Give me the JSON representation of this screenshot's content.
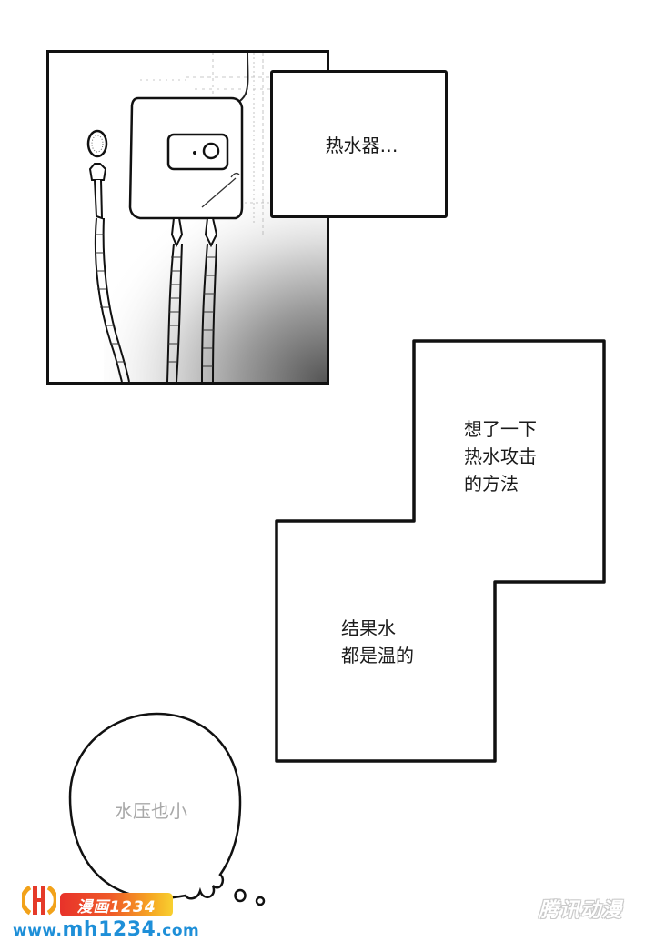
{
  "page": {
    "type": "manga-page",
    "background": "#ffffff"
  },
  "panels": {
    "art_panel": {
      "description": "water-heater-illustration",
      "elements": [
        "water-heater",
        "control-dial",
        "shower-head",
        "shower-hose",
        "inlet-pipe",
        "outlet-pipe",
        "wall-tiles",
        "gradient-shadow"
      ]
    },
    "caption_1": {
      "text": "热水器…"
    },
    "caption_2": {
      "text": "想了一下\n热水攻击\n的方法"
    },
    "caption_3": {
      "text": "结果水\n都是温的"
    },
    "thought_bubble": {
      "text": "水压也小",
      "text_color": "#a8a8a8"
    }
  },
  "watermarks": {
    "left": {
      "badge": "漫画1234",
      "url_prefix": "www.",
      "url_main": "mh1234",
      "url_suffix": ".com",
      "colors": {
        "badge_start": "#e8322a",
        "badge_end": "#f8d030",
        "url": "#1e8fd8"
      }
    },
    "right": {
      "text": "腾讯动漫"
    }
  }
}
